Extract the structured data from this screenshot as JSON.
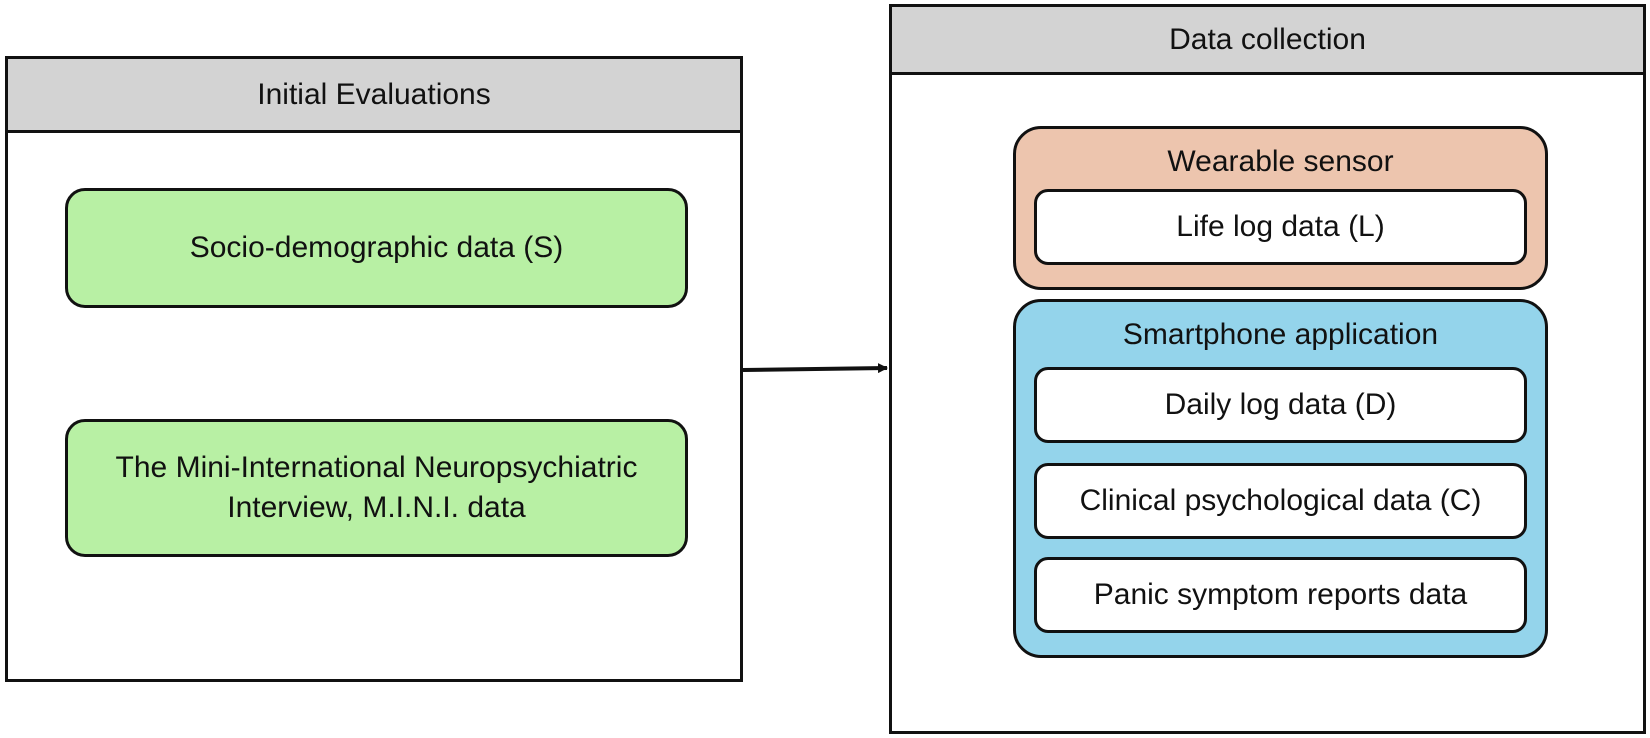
{
  "colors": {
    "green": "#b8f0a4",
    "peach": "#edc5ae",
    "blue": "#94d4eb",
    "header_gray": "#d3d3d3"
  },
  "left_panel": {
    "title": "Initial Evaluations",
    "cards": [
      "Socio-demographic data (S)",
      "The Mini-International Neuropsychiatric Interview, M.I.N.I. data"
    ]
  },
  "right_panel": {
    "title": "Data collection",
    "groups": [
      {
        "title": "Wearable sensor",
        "items": [
          "Life log data (L)"
        ]
      },
      {
        "title": "Smartphone application",
        "items": [
          "Daily log data (D)",
          "Clinical psychological data (C)",
          "Panic symptom reports data"
        ]
      }
    ]
  }
}
